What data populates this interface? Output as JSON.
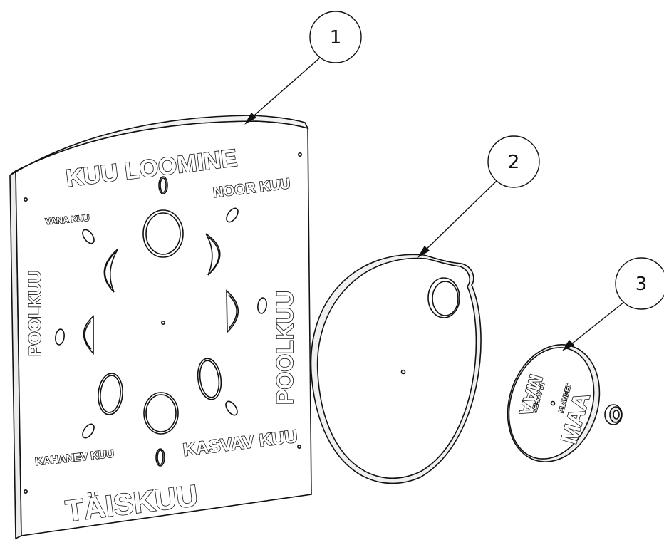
{
  "balloons": [
    {
      "number": "1"
    },
    {
      "number": "2"
    },
    {
      "number": "3"
    }
  ],
  "plate_labels": {
    "title": "KUU LOOMINE",
    "noor_kuu": "NOOR KUU",
    "vana_kuu": "VANA KUU",
    "poolkuu_left": "POOLKUU",
    "poolkuu_right": "POOLKUU",
    "kahanev_kuu": "KAHANEV KUU",
    "kasvav_kuu": "KASVAV KUU",
    "taiskuu": "TÄISKUU"
  },
  "earth_disc_labels": {
    "planet_a": "PLANEET",
    "maa_a": "MAA",
    "planet_b": "PLANEET",
    "maa_b": "MAA"
  }
}
